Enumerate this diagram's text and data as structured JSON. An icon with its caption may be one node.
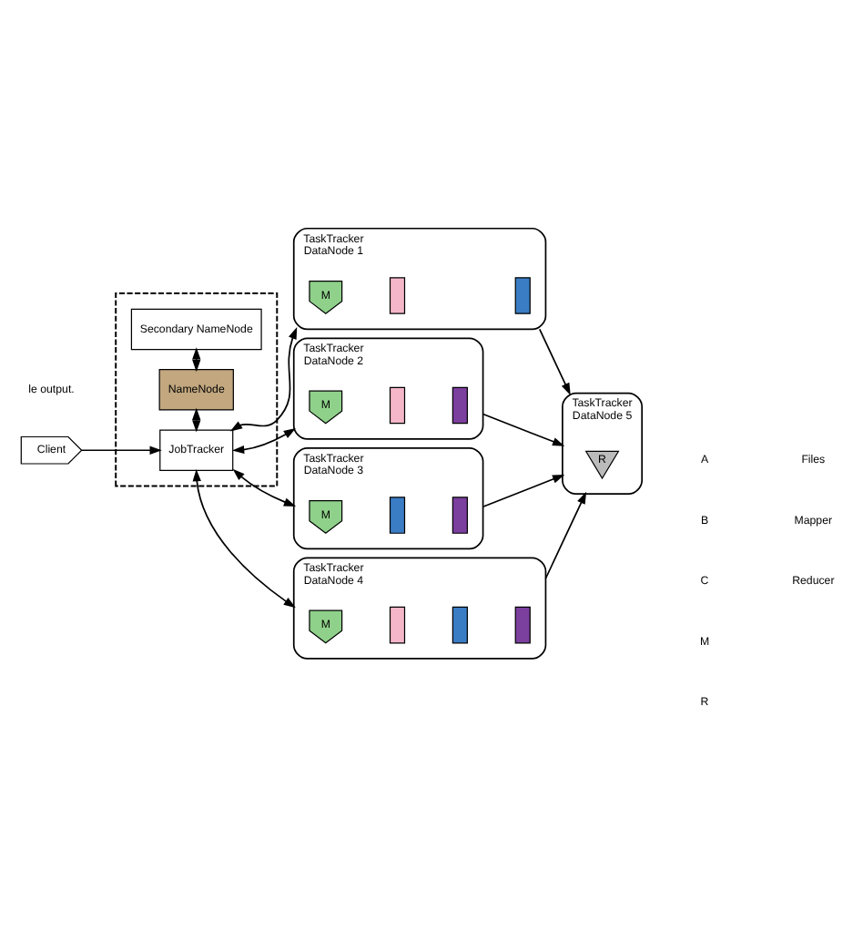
{
  "diagram": {
    "nodes": [
      {
        "text": [],
        "shape": "box"
      },
      {
        "text": [
          "Secondary NameNode"
        ],
        "in": 0
      },
      {
        "text": [
          "NameNode"
        ],
        "in": 0
      },
      {
        "text": [
          "JobTracker"
        ],
        "in": 0
      },
      {
        "text": [
          "Client"
        ]
      },
      {
        "text": [
          "TaskTracker",
          "DataNode 1"
        ]
      },
      {
        "text": [
          "M"
        ],
        "in": 5
      },
      {
        "text": [],
        "shape": "bar",
        "in": 5
      },
      {
        "text": [],
        "shape": "bar",
        "in": 5
      },
      {
        "text": [
          "TaskTracker",
          "DataNode 2"
        ]
      },
      {
        "text": [
          "M"
        ],
        "in": 9
      },
      {
        "text": [],
        "shape": "bar",
        "in": 9
      },
      {
        "text": [],
        "shape": "bar",
        "in": 9
      },
      {
        "text": [
          "TaskTracker",
          "DataNode 3"
        ]
      },
      {
        "text": [
          "M"
        ],
        "in": 13
      },
      {
        "text": [],
        "shape": "bar",
        "in": 13
      },
      {
        "text": [],
        "shape": "bar",
        "in": 13
      },
      {
        "text": [
          "TaskTracker",
          "DataNode 4"
        ]
      },
      {
        "text": [
          "M"
        ],
        "in": 17
      },
      {
        "text": [],
        "shape": "bar",
        "in": 17
      },
      {
        "text": [],
        "shape": "bar",
        "in": 17
      },
      {
        "text": [],
        "shape": "bar",
        "in": 17
      },
      {
        "text": [
          "TaskTracker",
          "DataNode 5"
        ]
      },
      {
        "text": [
          "R"
        ],
        "in": 22
      }
    ],
    "edges": [
      {
        "from": 1,
        "to": 2,
        "arrow": "both",
        "style": "dashed"
      },
      {
        "from": 2,
        "to": 3,
        "arrow": "both"
      },
      {
        "from": 4,
        "to": 3,
        "arrow": "to"
      },
      {
        "from": 3,
        "to": 5,
        "arrow": "both"
      },
      {
        "from": 3,
        "to": 9,
        "arrow": "both"
      },
      {
        "from": 3,
        "to": 13,
        "arrow": "both"
      },
      {
        "from": 3,
        "to": 17,
        "arrow": "both"
      },
      {
        "from": 5,
        "to": 22,
        "arrow": "to"
      },
      {
        "from": 9,
        "to": 22,
        "arrow": "to"
      },
      {
        "from": 13,
        "to": 22,
        "arrow": "to"
      },
      {
        "from": 17,
        "to": 22,
        "arrow": "to"
      }
    ],
    "labels": [
      "le output.",
      "A",
      "B",
      "C",
      "M",
      "R"
    ],
    "legend": [
      {
        "text": "Files"
      },
      {
        "text": "Mapper"
      },
      {
        "text": "Reducer"
      }
    ]
  }
}
